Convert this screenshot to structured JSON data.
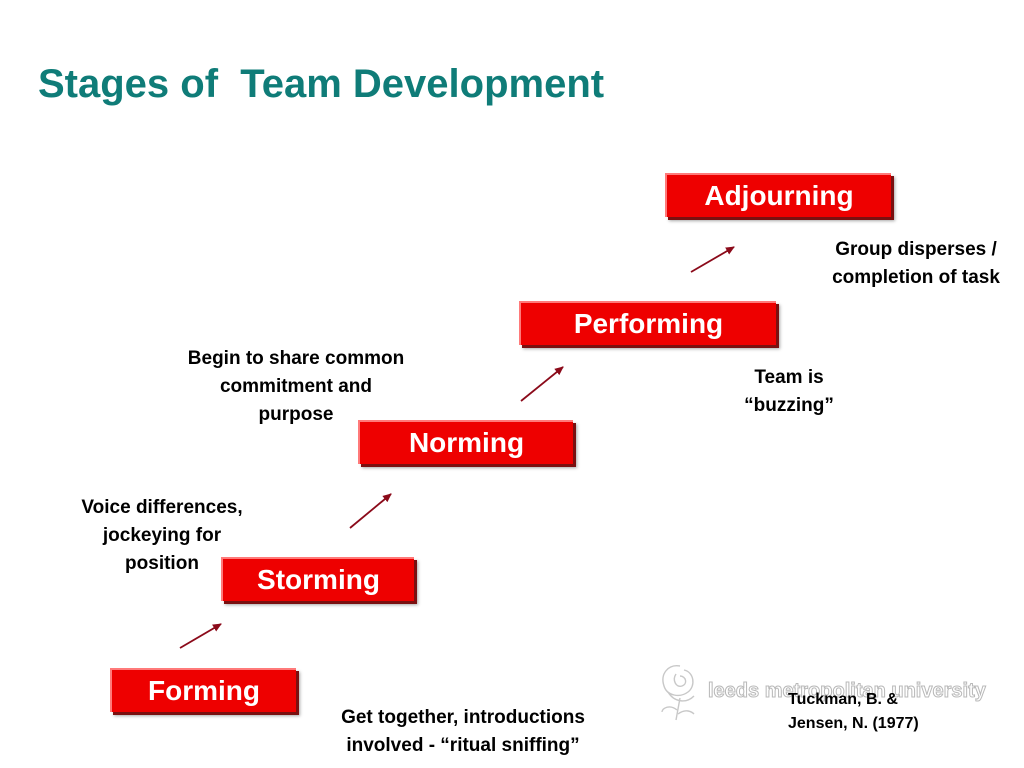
{
  "title": "Stages of  Team Development",
  "stages": {
    "forming": "Forming",
    "storming": "Storming",
    "norming": "Norming",
    "performing": "Performing",
    "adjourning": "Adjourning"
  },
  "notes": {
    "forming": [
      "Get together, introductions",
      "involved - “ritual sniffing”"
    ],
    "storming": [
      "Voice differences,",
      "jockeying for",
      "position"
    ],
    "norming": [
      "Begin to share common",
      "commitment and",
      "purpose"
    ],
    "performing": [
      "Team is",
      "“buzzing”"
    ],
    "adjourning": [
      "Group disperses /",
      "completion of task"
    ]
  },
  "citation": [
    "Tuckman, B. &",
    "Jensen, N. (1977)"
  ],
  "watermark": "leeds metropolitan university",
  "colors": {
    "title": "#0f7c78",
    "stage_fill": "#ee0000",
    "arrow": "#8b0a1a"
  }
}
